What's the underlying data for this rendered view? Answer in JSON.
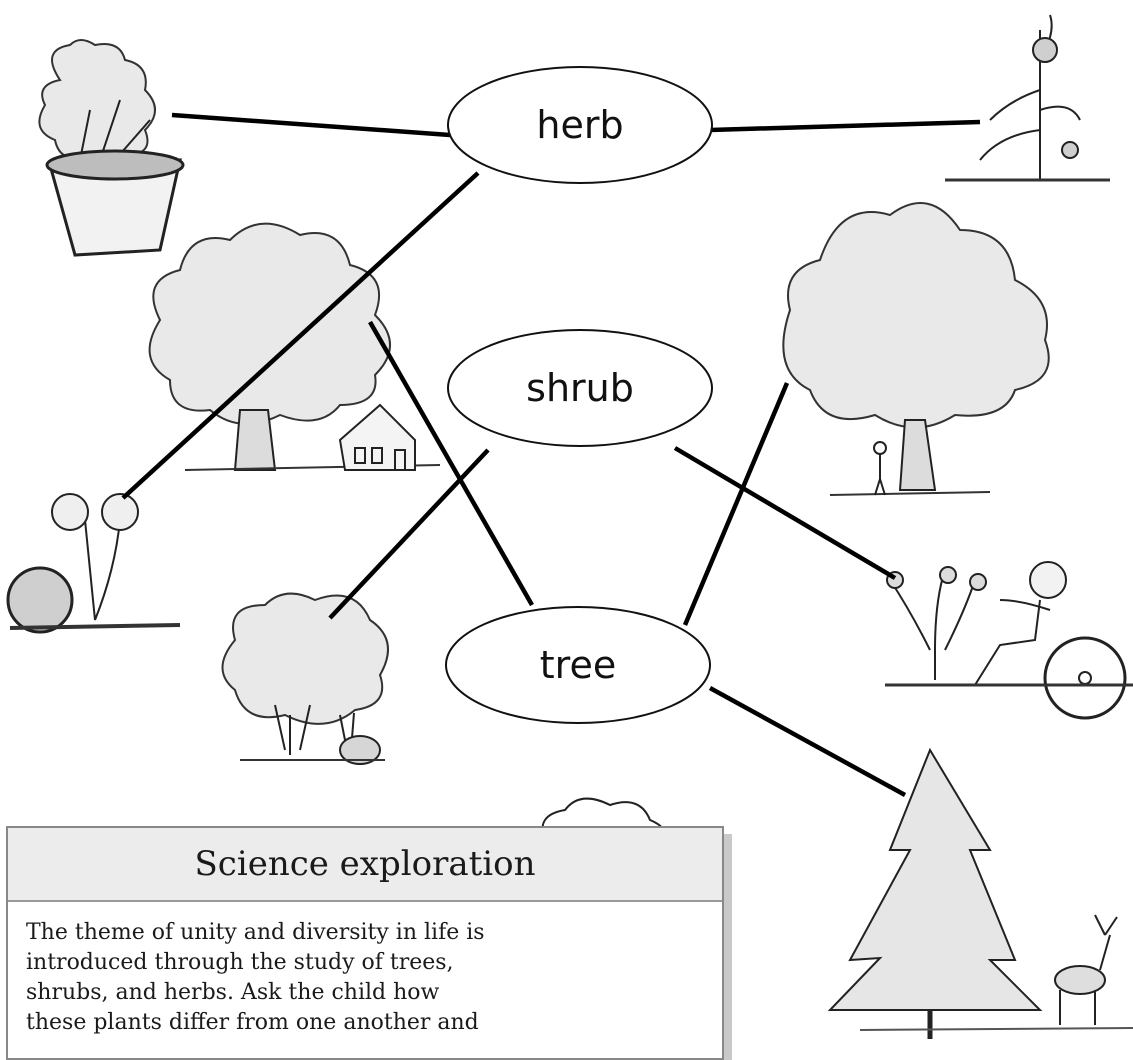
{
  "labels": {
    "herb": "herb",
    "shrub": "shrub",
    "tree": "tree"
  },
  "pictures": [
    "potted-plant",
    "thistle",
    "oak-tree-with-house",
    "large-tree-with-person",
    "flower-with-ball",
    "bush-with-rabbit",
    "rose-bush-with-child-in-wheelchair",
    "fir-tree-with-deer"
  ],
  "science_box": {
    "title": "Science exploration",
    "lines": [
      "The theme of unity and diversity in life is",
      "introduced through the study of trees,",
      "shrubs, and herbs. Ask the child how",
      "these plants differ from one another and"
    ]
  }
}
